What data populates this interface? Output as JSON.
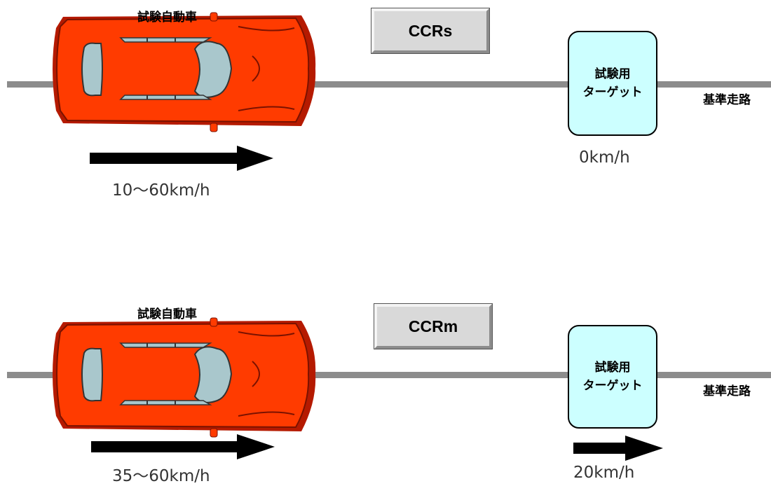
{
  "colors": {
    "road": "#8c8c8c",
    "car_body": "#ff3b00",
    "car_dark": "#b51a00",
    "car_glass": "#a9c7cc",
    "target_fill": "#ccffff",
    "scenario_box": "#d9d9d9",
    "arrow": "#000000"
  },
  "panels": [
    {
      "scenario": "CCRs",
      "vehicle_label": "試験自動車",
      "vehicle_speed": "10〜60km/h",
      "target_line1": "試験用",
      "target_line2": "ターゲット",
      "target_speed": "0km/h",
      "target_moving": false,
      "road_label": "基準走路"
    },
    {
      "scenario": "CCRm",
      "vehicle_label": "試験自動車",
      "vehicle_speed": "35〜60km/h",
      "target_line1": "試験用",
      "target_line2": "ターゲット",
      "target_speed": "20km/h",
      "target_moving": true,
      "road_label": "基準走路"
    }
  ]
}
